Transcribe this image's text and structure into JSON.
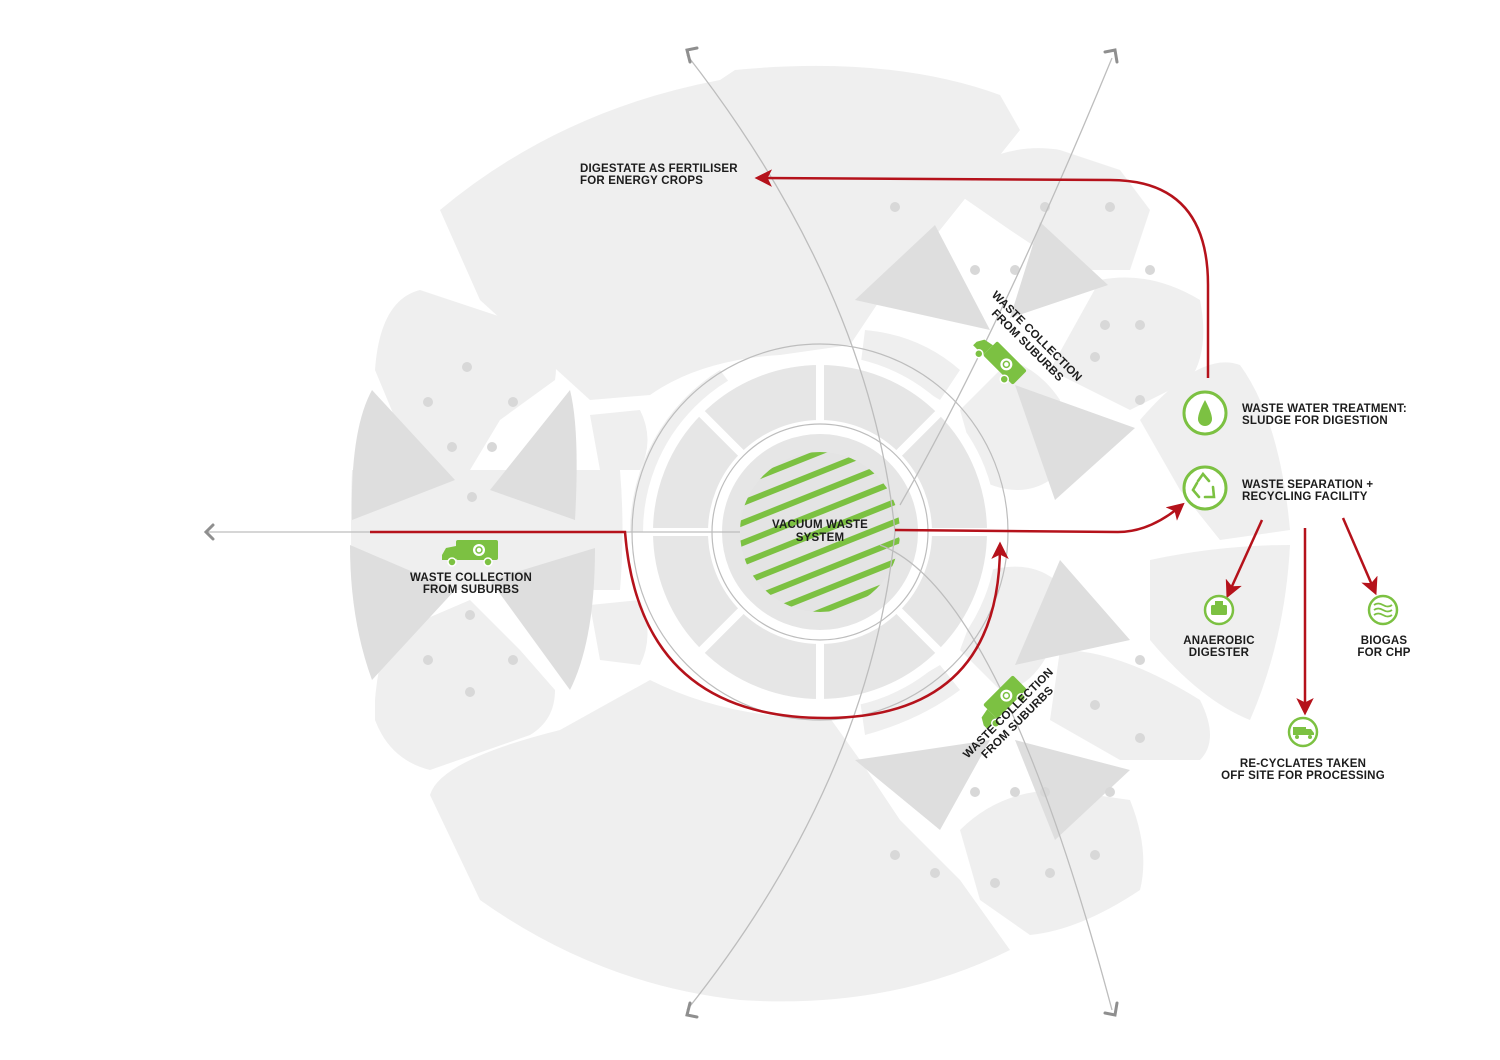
{
  "colors": {
    "block": "#efefef",
    "block_dark": "#dedede",
    "dots": "#d8d8d8",
    "flow": "#b5121b",
    "accent": "#7cc142",
    "road": "#bdbdbd",
    "text": "#1c1c1c"
  },
  "center": {
    "line1": "VACUUM WASTE",
    "line2": "SYSTEM"
  },
  "labels": {
    "digestate": {
      "line1": "DIGESTATE AS FERTILISER",
      "line2": "FOR ENERGY CROPS"
    },
    "collection_west": {
      "line1": "WASTE COLLECTION",
      "line2": "FROM SUBURBS"
    },
    "collection_ne": {
      "line1": "WASTE COLLECTION",
      "line2": "FROM SUBURBS"
    },
    "collection_se": {
      "line1": "WASTE COLLECTION",
      "line2": "FROM SUBURBS"
    },
    "water_treatment": {
      "line1": "WASTE WATER TREATMENT:",
      "line2": "SLUDGE FOR DIGESTION"
    },
    "separation": {
      "line1": "WASTE SEPARATION +",
      "line2": "RECYCLING FACILITY"
    },
    "anaerobic": {
      "line1": "ANAEROBIC",
      "line2": "DIGESTER"
    },
    "biogas": {
      "line1": "BIOGAS",
      "line2": "FOR CHP"
    },
    "recyclates": {
      "line1": "RE-CYCLATES TAKEN",
      "line2": "OFF SITE FOR PROCESSING"
    }
  },
  "icons": {
    "water": "water-drop-icon",
    "recycle": "recycle-icon",
    "digester": "digester-tank-icon",
    "biogas": "biogas-waves-icon",
    "truck": "recycling-truck-icon"
  }
}
